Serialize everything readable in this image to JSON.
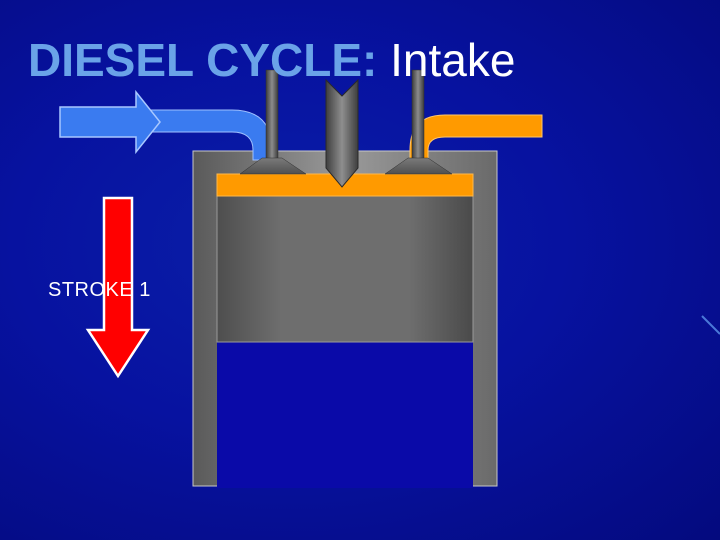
{
  "slide": {
    "title_bold": "DIESEL CYCLE:",
    "title_plain": "Intake",
    "stroke_label": "STROKE 1"
  },
  "diagram": {
    "parts": {
      "intake_pipe": "intake-pipe",
      "exhaust_pipe": "exhaust-pipe",
      "intake_valve": "intake-valve",
      "exhaust_valve": "exhaust-valve",
      "injector": "fuel-injector",
      "cylinder_head": "cylinder-head",
      "piston": "piston",
      "cylinder": "cylinder-wall",
      "stroke_arrow": "down-arrow-icon",
      "flow_arrow": "right-arrow-icon"
    },
    "colors": {
      "background": "#0712a0",
      "title_accent": "#6aa3e8",
      "intake_blue": "#3a7bf0",
      "exhaust_orange": "#ff9a00",
      "arrow_red": "#ff0000",
      "metal_gray": "#6b6b6b",
      "cylinder_wall": "#8a8a8a",
      "chamber_blue": "#0a0aa8"
    }
  }
}
